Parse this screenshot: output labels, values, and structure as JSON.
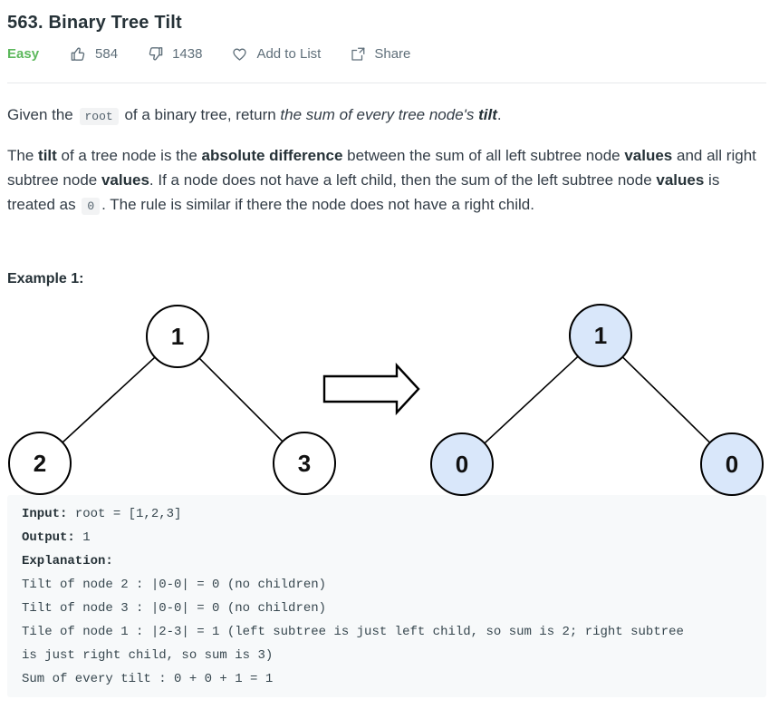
{
  "header": {
    "title": "563. Binary Tree Tilt",
    "difficulty": "Easy",
    "likes": "584",
    "dislikes": "1438",
    "add_to_list_label": "Add to List",
    "share_label": "Share"
  },
  "description": {
    "p1": {
      "t1": "Given the ",
      "code1": "root",
      "t2": " of a binary tree, return ",
      "i1": "the sum of every tree node's ",
      "ib1": "tilt",
      "t3": "."
    },
    "p2": {
      "t1": "The ",
      "b1": "tilt",
      "t2": " of a tree node is the ",
      "b2": "absolute difference",
      "t3": " between the sum of all left subtree node ",
      "b3": "values",
      "t4": " and all right subtree node ",
      "b4": "values",
      "t5": ". If a node does not have a left child, then the sum of the left subtree node ",
      "b5": "values",
      "t6": " is treated as ",
      "code1": "0",
      "t7": ". The rule is similar if there the node does not have a right child."
    }
  },
  "example": {
    "heading": "Example 1:",
    "diagram": {
      "left_tree": {
        "fill": "#ffffff",
        "nodes": [
          {
            "value": "1"
          },
          {
            "value": "2"
          },
          {
            "value": "3"
          }
        ]
      },
      "arrow": "right-block-arrow",
      "right_tree": {
        "fill": "#d9e7fa",
        "nodes": [
          {
            "value": "1"
          },
          {
            "value": "0"
          },
          {
            "value": "0"
          }
        ]
      }
    },
    "code": {
      "input_label": "Input:",
      "input_value": " root = [1,2,3]",
      "output_label": "Output:",
      "output_value": " 1",
      "explanation_label": "Explanation:",
      "explanation_lines": [
        "Tilt of node 2 : |0-0| = 0 (no children)",
        "Tilt of node 3 : |0-0| = 0 (no children)",
        "Tile of node 1 : |2-3| = 1 (left subtree is just left child, so sum is 2; right subtree",
        "is just right child, so sum is 3)",
        "Sum of every tilt : 0 + 0 + 1 = 1"
      ]
    }
  },
  "colors": {
    "difficulty_easy": "#5cb85c",
    "meta_gray": "#5f6f7a",
    "node_fill_blue": "#d9e7fa",
    "code_block_bg": "#f7f9fa",
    "inline_code_bg": "#f2f3f4"
  }
}
